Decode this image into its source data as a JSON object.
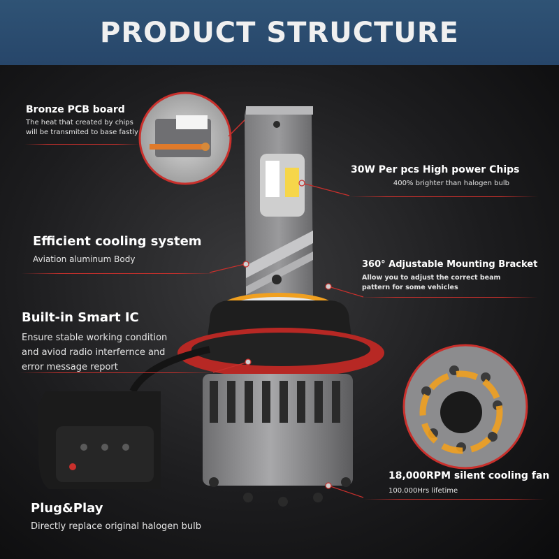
{
  "header": {
    "title": "PRODUCT STRUCTURE"
  },
  "features": {
    "pcb": {
      "title": "Bronze PCB board",
      "desc1": "The heat that created by chips",
      "desc2": "will be transmited to base fastly"
    },
    "chips": {
      "title": "30W Per pcs High power Chips",
      "desc": "400% brighter than halogen bulb"
    },
    "cooling": {
      "title": "Efficient cooling system",
      "desc": "Aviation aluminum Body"
    },
    "bracket": {
      "title": "360° Adjustable Mounting Bracket",
      "desc1": "Allow you to adjust the correct beam",
      "desc2": "pattern for some vehicles"
    },
    "ic": {
      "title": "Built-in Smart IC",
      "desc1": "Ensure stable working condition",
      "desc2": "and aviod radio interfernce and",
      "desc3": "error message report"
    },
    "fan": {
      "title": "18,000RPM silent cooling fan",
      "desc": "100.000Hrs lifetime"
    },
    "plug": {
      "title": "Plug&Play",
      "desc": "Directly replace original halogen bulb"
    }
  },
  "colors": {
    "banner": "#2b4c70",
    "accent_red": "#c9302c",
    "orange": "#f0a020",
    "body_gray": "#8a8a8c"
  }
}
